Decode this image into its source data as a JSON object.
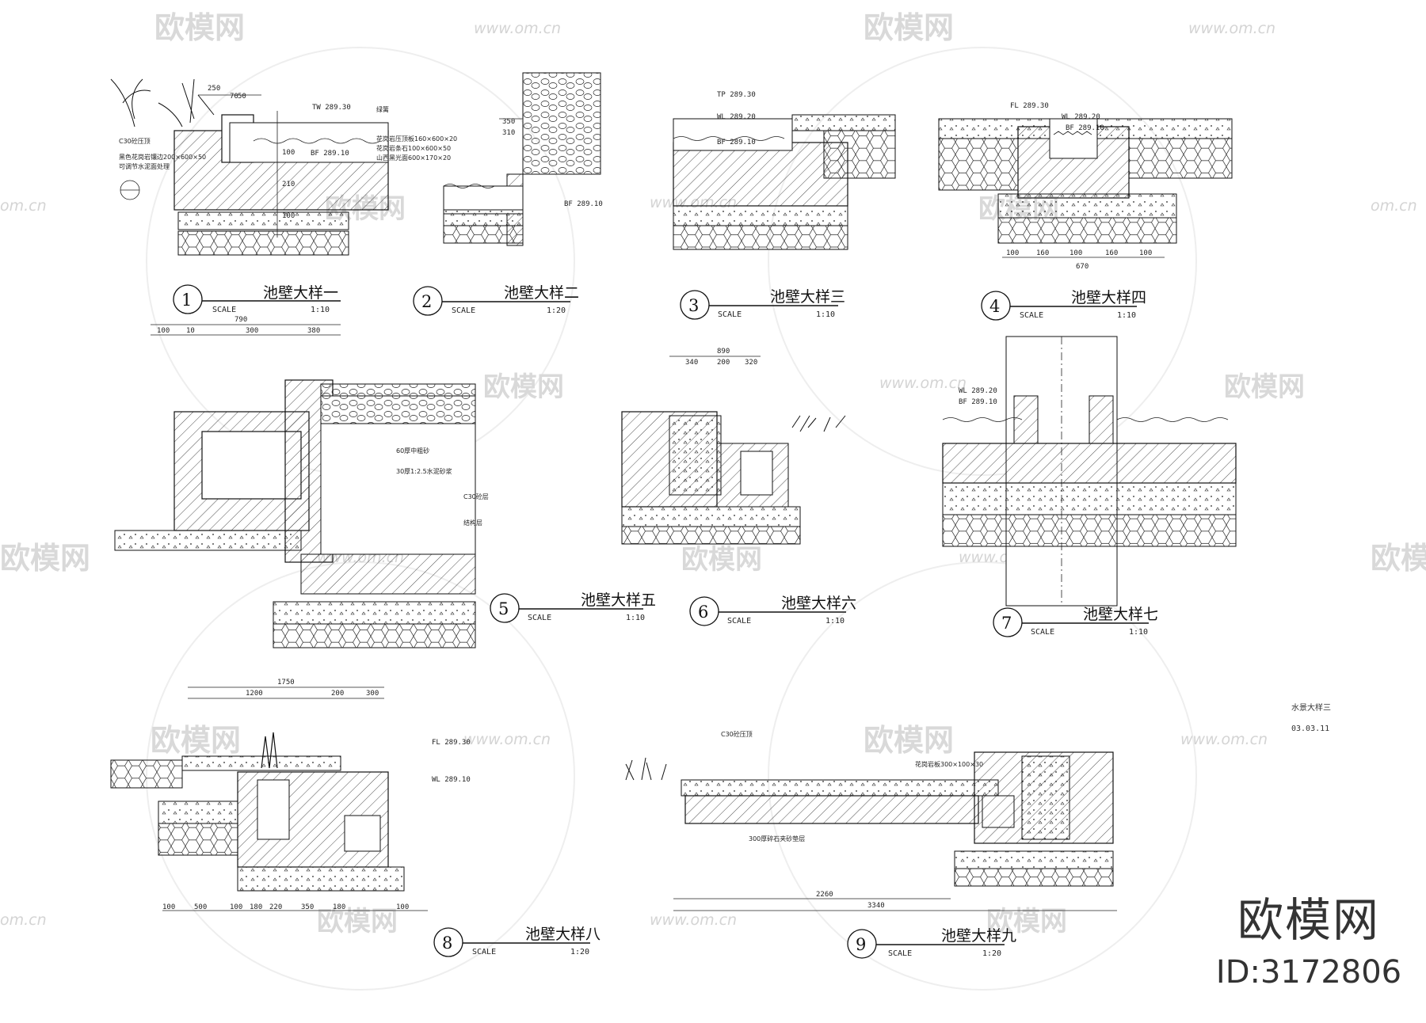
{
  "watermark": {
    "text": "欧模网",
    "url": "www.om.cn",
    "url_partial": "om.cn"
  },
  "sheet": {
    "ref_title": "水景大样三",
    "ref_no": "03.03.11"
  },
  "details": [
    {
      "no": "1",
      "title": "池壁大样一",
      "scale_label": "SCALE",
      "scale": "1:10"
    },
    {
      "no": "2",
      "title": "池壁大样二",
      "scale_label": "SCALE",
      "scale": "1:20"
    },
    {
      "no": "3",
      "title": "池壁大样三",
      "scale_label": "SCALE",
      "scale": "1:10"
    },
    {
      "no": "4",
      "title": "池壁大样四",
      "scale_label": "SCALE",
      "scale": "1:10"
    },
    {
      "no": "5",
      "title": "池壁大样五",
      "scale_label": "SCALE",
      "scale": "1:10"
    },
    {
      "no": "6",
      "title": "池壁大样六",
      "scale_label": "SCALE",
      "scale": "1:10"
    },
    {
      "no": "7",
      "title": "池壁大样七",
      "scale_label": "SCALE",
      "scale": "1:10"
    },
    {
      "no": "8",
      "title": "池壁大样八",
      "scale_label": "SCALE",
      "scale": "1:20"
    },
    {
      "no": "9",
      "title": "池壁大样九",
      "scale_label": "SCALE",
      "scale": "1:20"
    }
  ],
  "dims": {
    "d1": [
      "250",
      "70",
      "50"
    ],
    "d1v": [
      "100",
      "210",
      "100"
    ],
    "d2": [
      "350",
      "310"
    ],
    "d4": [
      "100",
      "160",
      "100",
      "160",
      "100"
    ],
    "d4t": "670",
    "d5": [
      "100",
      "10",
      "300",
      "380"
    ],
    "d5t": "790",
    "d6": [
      "340",
      "200",
      "320"
    ],
    "d6t": "890",
    "d8": [
      "100",
      "500",
      "100",
      "180",
      "220",
      "350",
      "180",
      "100"
    ],
    "d8t": "1750",
    "d8s": [
      "1200",
      "200",
      "300"
    ],
    "d9": [
      "2260"
    ],
    "d9t": "3340"
  },
  "levels": {
    "l1a": "TW 289.30",
    "l1b": "BF 289.10",
    "l2a": "BF 289.10",
    "l3a": "TP 289.30",
    "l3b": "WL 289.20",
    "l3c": "BF 289.10",
    "l4a": "FL 289.30",
    "l4b": "WL 289.20",
    "l4c": "BF 289.10",
    "l7a": "WL 289.20",
    "l7b": "BF 289.10",
    "l8a": "FL 289.30",
    "l8b": "WL 289.10"
  },
  "notes": {
    "n1": [
      "C30砼压顶",
      "黑色花岗岩镶边200×600×50",
      "可调节水泥面处理"
    ],
    "n2": [
      "绿篱",
      "花岗岩压顶板160×600×20",
      "花岗岩条石100×600×50",
      "山西黑光面600×170×20"
    ],
    "n5": [
      "60厚中粗砂",
      "30厚1:2.5水泥砂浆",
      "C30砼层",
      "结构层"
    ],
    "n9": [
      "C30砼压顶",
      "花岗岩板300×100×30",
      "300厚碎石夹砂垫层"
    ]
  },
  "brand": {
    "logo": "欧模网",
    "id": "ID:3172806"
  }
}
